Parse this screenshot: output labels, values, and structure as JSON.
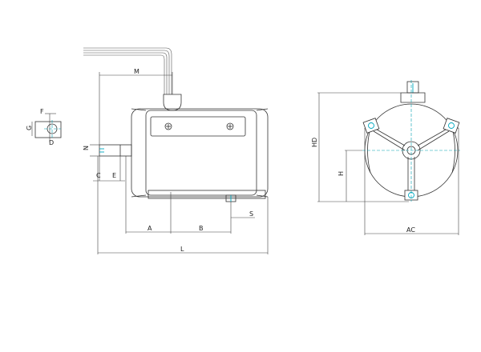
{
  "labels": {
    "M": "M",
    "N": "N",
    "C": "C",
    "E": "E",
    "A": "A",
    "B": "B",
    "L": "L",
    "S": "S",
    "F": "F",
    "G": "G",
    "D": "D",
    "HD": "HD",
    "H": "H",
    "AC": "AC"
  },
  "colors": {
    "line": "#333333",
    "centerline": "#00a0b0",
    "background": "#ffffff"
  }
}
